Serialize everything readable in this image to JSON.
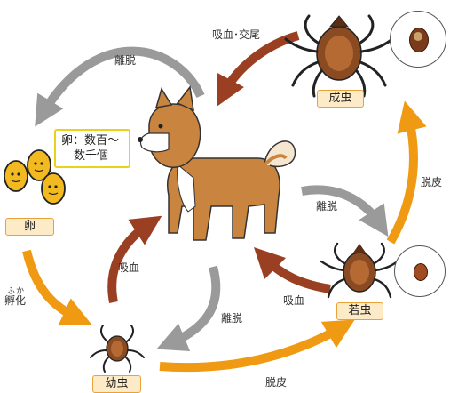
{
  "stages": {
    "adult": "成虫",
    "nymph": "若虫",
    "larva": "幼虫",
    "egg": "卵"
  },
  "egg_note": {
    "line1": "卵：数百～",
    "line2": "数千個"
  },
  "arrows": {
    "blood_mating": "吸血･交尾",
    "detach_top": "離脱",
    "detach_right": "離脱",
    "detach_center": "離脱",
    "blood_nymph": "吸血",
    "blood_larva": "吸血",
    "molt_right": "脱皮",
    "molt_bottom": "脱皮",
    "hatch": "孵化",
    "hatch_ruby": "ふか"
  },
  "colors": {
    "gray_arrow": "#9a9a9a",
    "brown_arrow": "#9b3f22",
    "orange_arrow": "#ef9a12",
    "tag_fill": "#fdebc8",
    "tag_border": "#e7a23a",
    "egg_border": "#e8d21e"
  }
}
